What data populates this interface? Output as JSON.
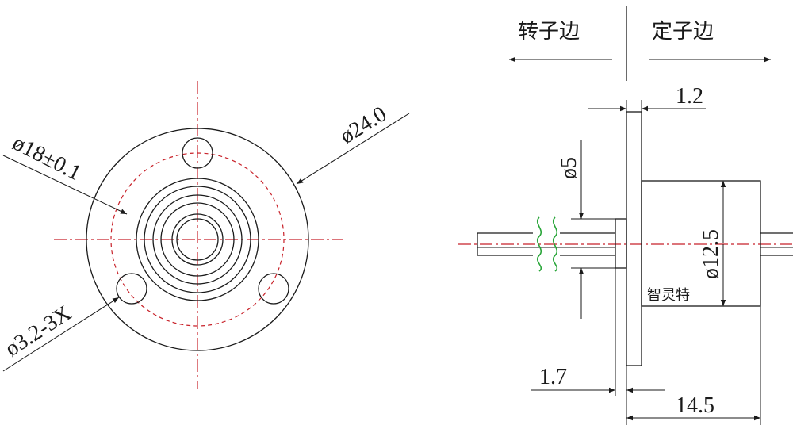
{
  "front_view": {
    "dim_outer": "ø24.0",
    "dim_pcd": "ø18±0.1",
    "dim_holes": "ø3.2-3X"
  },
  "side_view": {
    "rotor_side": "转子边",
    "stator_side": "定子边",
    "dim_flange_thickness": "1.2",
    "dim_shaft_dia": "ø5",
    "dim_body_dia": "ø12.5",
    "dim_shaft_offset": "1.7",
    "dim_body_length": "14.5",
    "brand_label": "智灵特"
  },
  "colors": {
    "line": "#1a1a1a",
    "centerline": "#c8222a",
    "break_mark": "#2aa63a"
  }
}
